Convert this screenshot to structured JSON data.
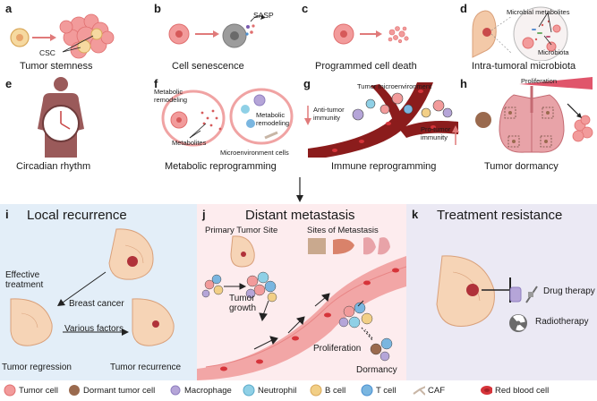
{
  "colors": {
    "tumor": "#f29b9b",
    "dormant": "#9a6a4e",
    "macrophage": "#8f7fbf",
    "neutrophil": "#8fd0e6",
    "bcell": "#f2cf86",
    "tcell": "#7ab6e0",
    "caf": "#c8b6a6",
    "rbc": "#d6343a",
    "panel_i": "#e3eef8",
    "panel_j": "#fdecee",
    "panel_k": "#ebe9f4"
  },
  "top": {
    "a": {
      "letter": "a",
      "caption": "Tumor stemness",
      "label_csc": "CSC"
    },
    "b": {
      "letter": "b",
      "caption": "Cell senescence",
      "label_sasp": "SASP"
    },
    "c": {
      "letter": "c",
      "caption": "Programmed cell death"
    },
    "d": {
      "letter": "d",
      "caption": "Intra-tumoral microbiota",
      "label_metabolites": "Microbial metabolites",
      "label_microbiota": "Microbiota"
    },
    "e": {
      "letter": "e",
      "caption": "Circadian rhythm"
    },
    "f": {
      "letter": "f",
      "caption": "Metabolic reprogramming",
      "label_remodel_left": "Metabolic\nremodeling",
      "label_remodel_right": "Metabolic\nremodeling",
      "label_metabolites": "Metabolites",
      "label_micro_cells": "Microenvironment cells"
    },
    "g": {
      "letter": "g",
      "caption": "Immune reprogramming",
      "label_tme": "Tumor microenvironment",
      "label_anti": "Anti-tumor\nimmunity",
      "label_pro": "Pro-tumor\nimmunity"
    },
    "h": {
      "letter": "h",
      "caption": "Tumor dormancy",
      "label_prolif": "Proliferation"
    }
  },
  "bottom": {
    "i": {
      "letter": "i",
      "title": "Local recurrence",
      "label_effective": "Effective\ntreatment",
      "label_breast": "Breast cancer",
      "label_various": "Various factors",
      "label_regression": "Tumor regression",
      "label_recurrence": "Tumor recurrence"
    },
    "j": {
      "letter": "j",
      "title": "Distant metastasis",
      "label_primary": "Primary Tumor Site",
      "label_sites": "Sites of Metastasis",
      "label_growth": "Tumor\ngrowth",
      "label_prolif": "Proliferation",
      "label_dormancy": "Dormancy"
    },
    "k": {
      "letter": "k",
      "title": "Treatment resistance",
      "label_drug": "Drug therapy",
      "label_radio": "Radiotherapy"
    }
  },
  "legend": [
    {
      "key": "tumor",
      "label": "Tumor cell"
    },
    {
      "key": "dormant",
      "label": "Dormant tumor cell"
    },
    {
      "key": "macrophage",
      "label": "Macrophage"
    },
    {
      "key": "neutrophil",
      "label": "Neutrophil"
    },
    {
      "key": "bcell",
      "label": "B cell"
    },
    {
      "key": "tcell",
      "label": "T cell"
    },
    {
      "key": "caf",
      "label": "CAF"
    },
    {
      "key": "rbc",
      "label": "Red blood cell"
    }
  ]
}
